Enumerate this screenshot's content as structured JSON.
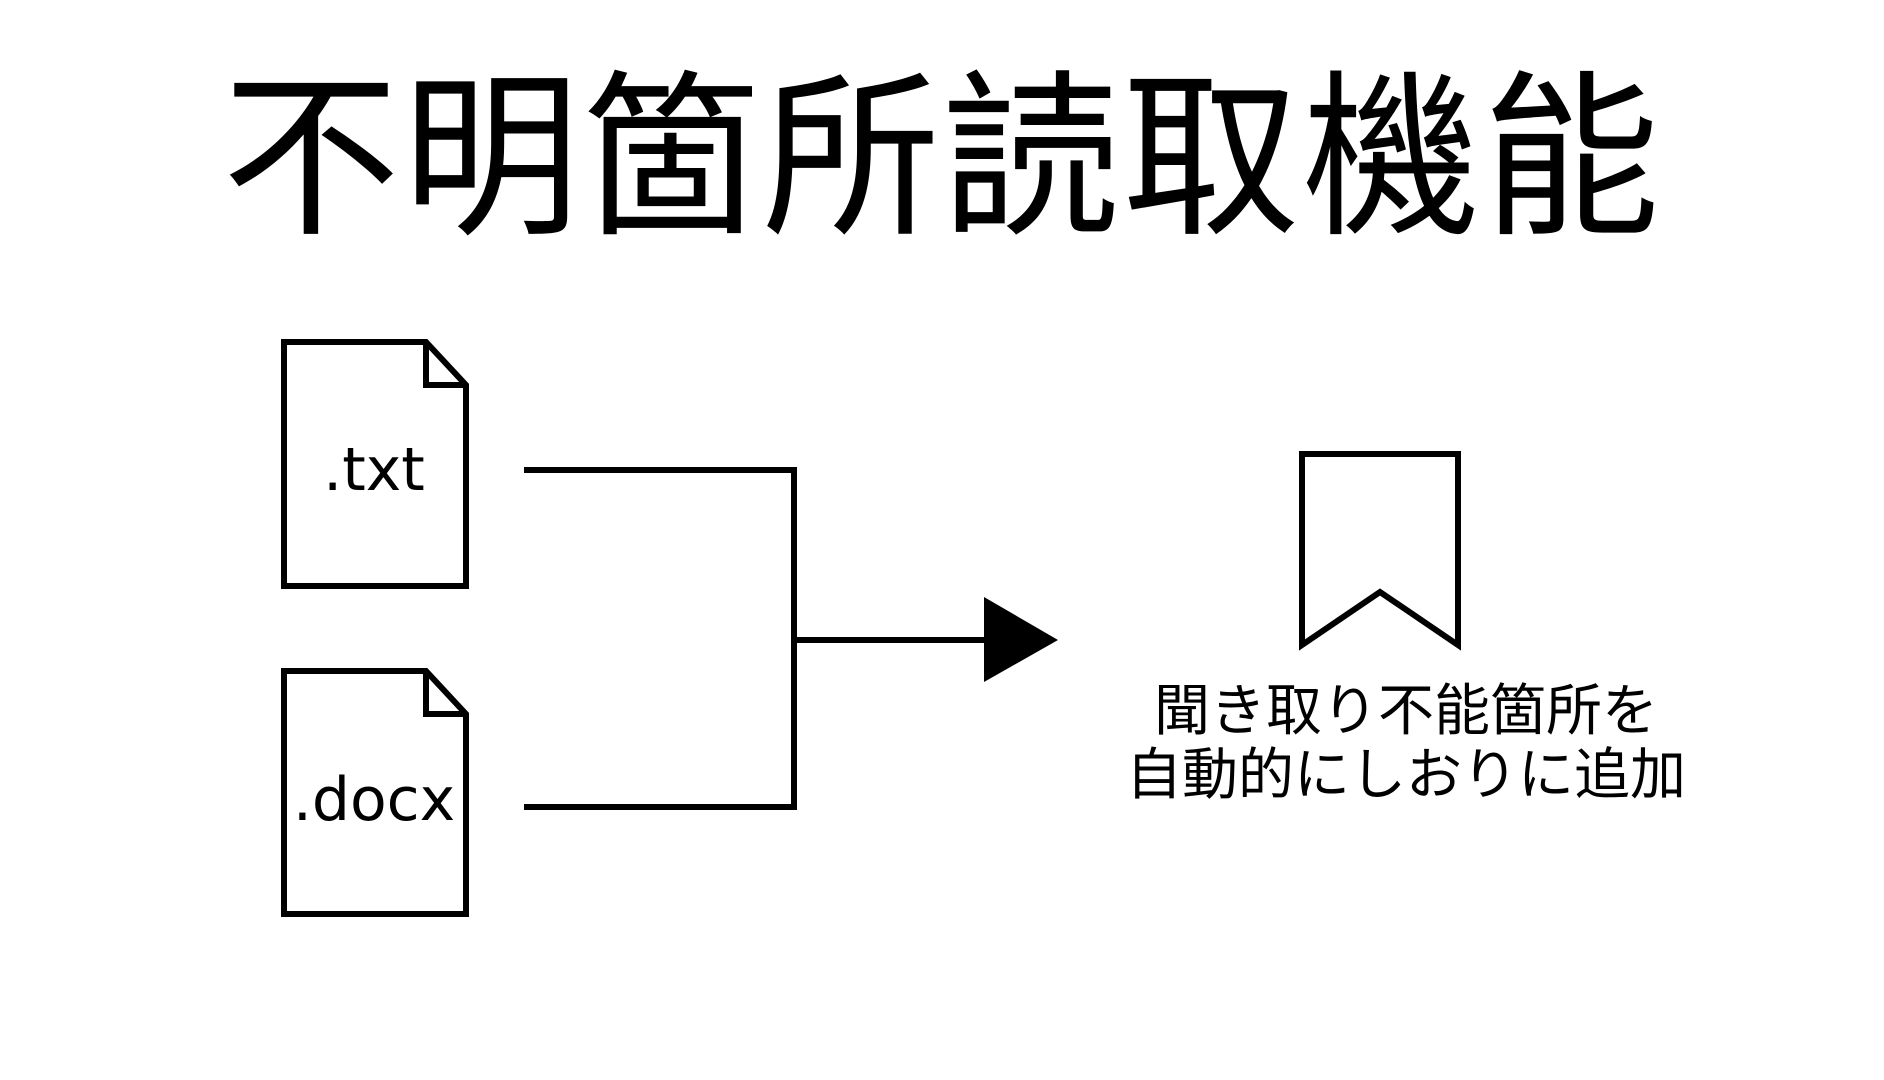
{
  "title": "不明箇所読取機能",
  "inputs": [
    {
      "extension": ".txt",
      "icon": "document-icon"
    },
    {
      "extension": ".docx",
      "icon": "document-icon"
    }
  ],
  "output": {
    "icon": "bookmark-icon",
    "caption_line1": "聞き取り不能箇所を",
    "caption_line2": "自動的にしおりに追加"
  },
  "colors": {
    "stroke": "#000000",
    "background": "#ffffff"
  }
}
